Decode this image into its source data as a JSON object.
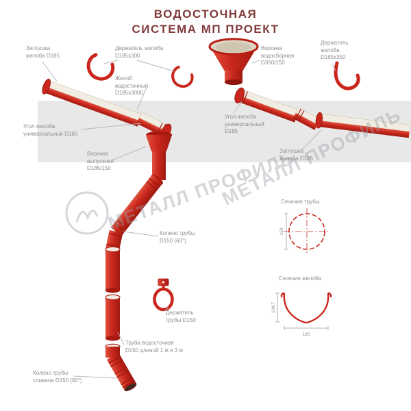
{
  "title": {
    "text": "ВОДОСТОЧНАЯ\nСИСТЕМА МП ПРОЕКТ"
  },
  "watermark": {
    "brand": "МЕТАЛЛ ПРОФИЛЬ"
  },
  "colors": {
    "part_red": "#c9271d",
    "part_red_dark": "#9e1a10",
    "cream": "#f2ede2",
    "title_maroon": "#823a3a",
    "label_gray": "#8f8f8f",
    "band_gray": "#e8e8e8"
  },
  "labels": {
    "end_cap_left": "Заглушка\nжелоба D185",
    "gutter_holder_300": "Держатель желоба\nD185х300",
    "collector_funnel": "Воронка\nводосборная\nD350/150",
    "gutter_holder_350": "Держатель\nжелоба\nD185х350",
    "gutter": "Желоб\nводосточный\nD185х3000",
    "corner_right": "Угол желоба\nуниверсальный\nD185",
    "corner_left": "Угол желоба\nуниверсальный D185",
    "end_cap_right": "Заглушка\nжелоба D185",
    "outlet_funnel": "Воронка\nвыпускная\nD185/150",
    "pipe_elbow": "Колено трубы\nD150 (60°)",
    "pipe_section_title": "Сечение трубы",
    "gutter_section_title": "Сечение желоба",
    "pipe_holder": "Держатель\nтрубы D150",
    "downpipe": "Труба водосточная\nD150 длиной 1 м и 3 м",
    "drain_elbow": "Колено трубы\nсливное D150 (60°)"
  },
  "dimensions": {
    "pipe_diameter": "150",
    "gutter_depth": "104,7",
    "gutter_width": "185"
  }
}
